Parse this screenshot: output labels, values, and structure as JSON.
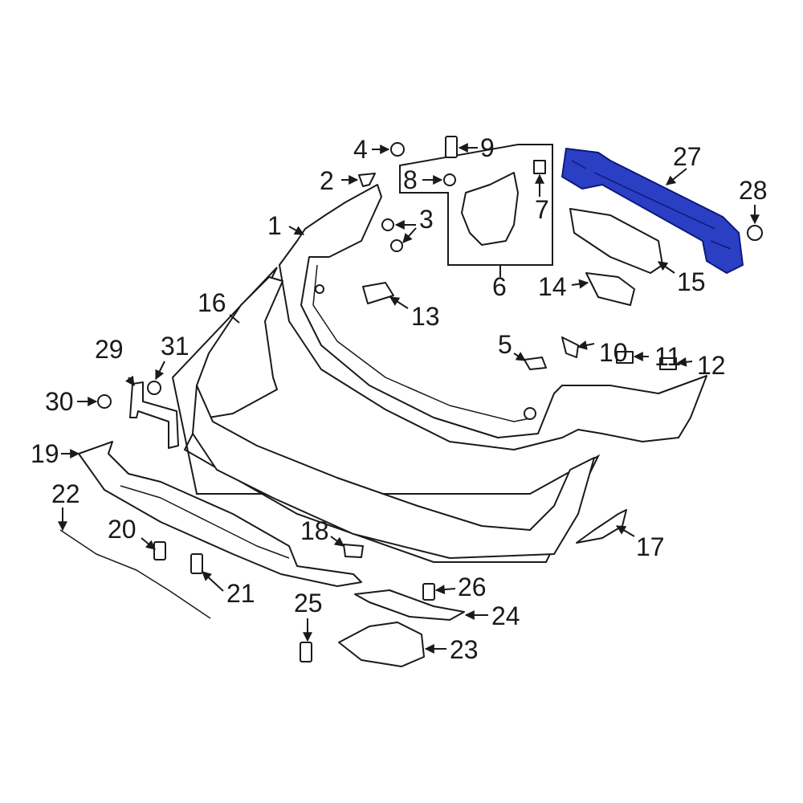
{
  "diagram": {
    "highlight_color": "#2b3fc4",
    "line_color": "#1a1a1a",
    "callouts": [
      {
        "id": "c1",
        "label": "1"
      },
      {
        "id": "c2",
        "label": "2"
      },
      {
        "id": "c3",
        "label": "3"
      },
      {
        "id": "c4",
        "label": "4"
      },
      {
        "id": "c5",
        "label": "5"
      },
      {
        "id": "c6",
        "label": "6"
      },
      {
        "id": "c7",
        "label": "7"
      },
      {
        "id": "c8",
        "label": "8"
      },
      {
        "id": "c9",
        "label": "9"
      },
      {
        "id": "c10",
        "label": "10"
      },
      {
        "id": "c11",
        "label": "11"
      },
      {
        "id": "c12",
        "label": "12"
      },
      {
        "id": "c13",
        "label": "13"
      },
      {
        "id": "c14",
        "label": "14"
      },
      {
        "id": "c15",
        "label": "15"
      },
      {
        "id": "c16",
        "label": "16"
      },
      {
        "id": "c17",
        "label": "17"
      },
      {
        "id": "c18",
        "label": "18"
      },
      {
        "id": "c19",
        "label": "19"
      },
      {
        "id": "c20",
        "label": "20"
      },
      {
        "id": "c21",
        "label": "21"
      },
      {
        "id": "c22",
        "label": "22"
      },
      {
        "id": "c23",
        "label": "23"
      },
      {
        "id": "c24",
        "label": "24"
      },
      {
        "id": "c25",
        "label": "25"
      },
      {
        "id": "c26",
        "label": "26"
      },
      {
        "id": "c27",
        "label": "27"
      },
      {
        "id": "c28",
        "label": "28"
      },
      {
        "id": "c29",
        "label": "29"
      },
      {
        "id": "c30",
        "label": "30"
      },
      {
        "id": "c31",
        "label": "31"
      }
    ]
  }
}
